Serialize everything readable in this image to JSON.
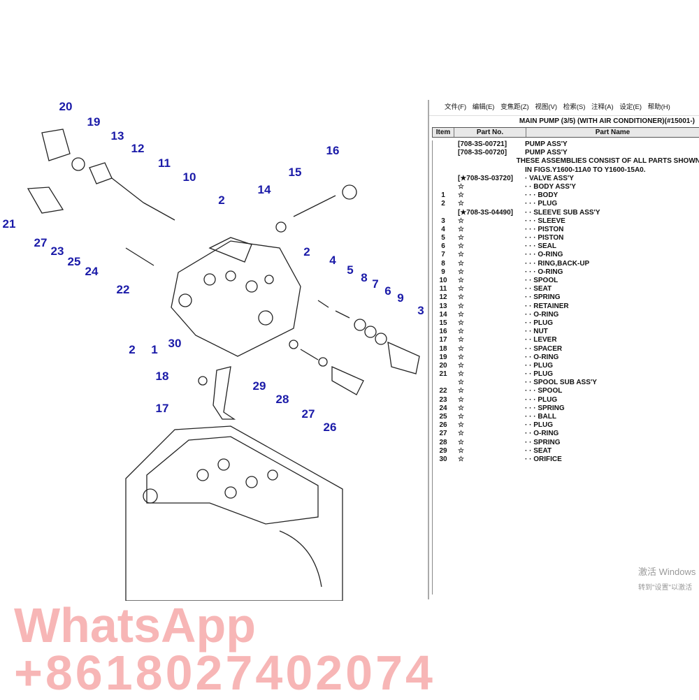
{
  "diagram": {
    "labels": [
      "20",
      "19",
      "13",
      "12",
      "11",
      "10",
      "2",
      "14",
      "15",
      "16",
      "21",
      "27",
      "23",
      "25",
      "24",
      "22",
      "2",
      "4",
      "5",
      "8",
      "7",
      "6",
      "9",
      "3",
      "2",
      "1",
      "30",
      "18",
      "17",
      "29",
      "28",
      "27",
      "26"
    ]
  },
  "panel": {
    "menu": [
      "文件(F)",
      "编辑(E)",
      "变焦距(Z)",
      "视图(V)",
      "检索(S)",
      "注释(A)",
      "设定(E)",
      "帮助(H)"
    ],
    "title": "MAIN PUMP (3/5) (WITH AIR CONDITIONER)(#15001-)",
    "headers": {
      "item": "Item",
      "part_no": "Part No.",
      "part_name": "Part Name"
    },
    "rows": [
      [
        "",
        "[708-3S-00721]",
        "PUMP ASS'Y"
      ],
      [
        "",
        "[708-3S-00720]",
        "PUMP ASS'Y"
      ],
      [
        "",
        "",
        "THESE ASSEMBLIES CONSIST OF ALL PARTS SHOWN"
      ],
      [
        "",
        "",
        "IN FIGS.Y1600-11A0 TO Y1600-15A0."
      ],
      [
        "",
        "[★708-3S-03720]",
        "· VALVE ASS'Y"
      ],
      [
        "",
        "☆",
        "· · BODY ASS'Y"
      ],
      [
        "1",
        "☆",
        "· · · BODY"
      ],
      [
        "2",
        "☆",
        "· · · PLUG"
      ],
      [
        "",
        "[★708-3S-04490]",
        "· · SLEEVE SUB ASS'Y"
      ],
      [
        "3",
        "☆",
        "· · · SLEEVE"
      ],
      [
        "4",
        "☆",
        "· · · PISTON"
      ],
      [
        "5",
        "☆",
        "· · · PISTON"
      ],
      [
        "6",
        "☆",
        "· · · SEAL"
      ],
      [
        "7",
        "☆",
        "· · · O-RING"
      ],
      [
        "8",
        "☆",
        "· · · RING,BACK-UP"
      ],
      [
        "9",
        "☆",
        "· · · O-RING"
      ],
      [
        "10",
        "☆",
        "· · SPOOL"
      ],
      [
        "11",
        "☆",
        "· · SEAT"
      ],
      [
        "12",
        "☆",
        "· · SPRING"
      ],
      [
        "13",
        "☆",
        "· · RETAINER"
      ],
      [
        "14",
        "☆",
        "· · O-RING"
      ],
      [
        "15",
        "☆",
        "· · PLUG"
      ],
      [
        "16",
        "☆",
        "· · NUT"
      ],
      [
        "17",
        "☆",
        "· · LEVER"
      ],
      [
        "18",
        "☆",
        "· · SPACER"
      ],
      [
        "19",
        "☆",
        "· · O-RING"
      ],
      [
        "20",
        "☆",
        "· · PLUG"
      ],
      [
        "21",
        "☆",
        "· · PLUG"
      ],
      [
        "",
        "☆",
        "· · SPOOL SUB ASS'Y"
      ],
      [
        "22",
        "☆",
        "· · · SPOOL"
      ],
      [
        "23",
        "☆",
        "· · · PLUG"
      ],
      [
        "24",
        "☆",
        "· · · SPRING"
      ],
      [
        "25",
        "☆",
        "· · · BALL"
      ],
      [
        "26",
        "☆",
        "· · PLUG"
      ],
      [
        "27",
        "☆",
        "· · O-RING"
      ],
      [
        "28",
        "☆",
        "· · SPRING"
      ],
      [
        "29",
        "☆",
        "· · SEAT"
      ],
      [
        "30",
        "☆",
        "· · ORIFICE"
      ]
    ]
  },
  "watermark": {
    "line1": "WhatsApp",
    "line2": "+8618027402074"
  },
  "activation": {
    "line1": "激活 Windows",
    "line2": "转到\"设置\"以激活"
  }
}
